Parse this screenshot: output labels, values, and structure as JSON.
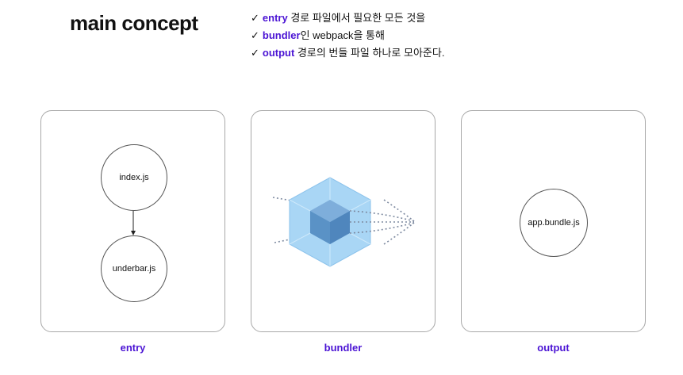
{
  "title": "main concept",
  "checklist": [
    {
      "mark": "✓",
      "keyword": "entry",
      "text": " 경로 파일에서 필요한 모든 것을"
    },
    {
      "mark": "✓",
      "keyword": "bundler",
      "text": "인 webpack을 통해"
    },
    {
      "mark": "✓",
      "keyword": "output",
      "text": " 경로의 번들 파일 하나로 모아준다."
    }
  ],
  "panels": {
    "entry": {
      "label": "entry",
      "nodes": [
        "index.js",
        "underbar.js"
      ]
    },
    "bundler": {
      "label": "bundler"
    },
    "output": {
      "label": "output",
      "nodes": [
        "app.bundle.js"
      ]
    }
  },
  "colors": {
    "accent": "#4b14d4",
    "cube_outer": "#a9d6f5",
    "cube_inner": "#5a92c6"
  }
}
